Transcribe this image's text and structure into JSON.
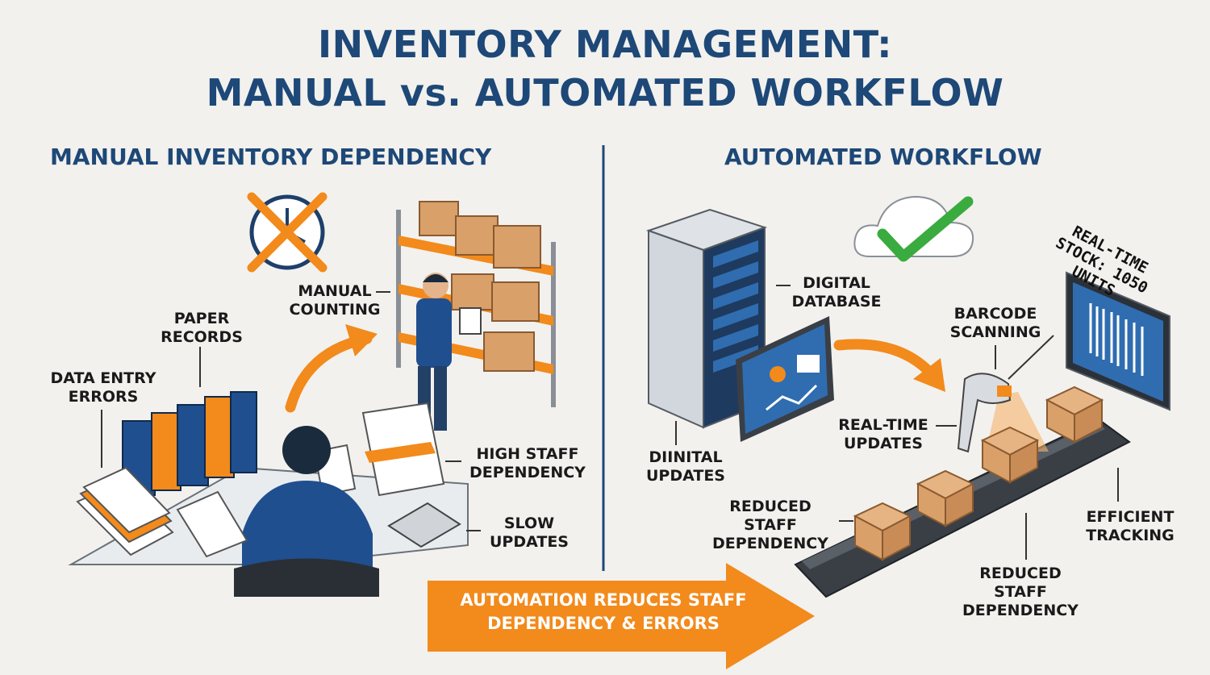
{
  "title": {
    "line1": "INVENTORY MANAGEMENT:",
    "line2": "MANUAL vs. AUTOMATED WORKFLOW"
  },
  "manual": {
    "heading": "MANUAL INVENTORY DEPENDENCY",
    "labels": {
      "manual_counting": [
        "MANUAL",
        "COUNTING"
      ],
      "paper_records": [
        "PAPER",
        "RECORDS"
      ],
      "data_entry_errors": [
        "DATA ENTRY",
        "ERRORS"
      ],
      "high_staff_dependency": [
        "HIGH STAFF",
        "DEPENDENCY"
      ],
      "slow_updates": [
        "SLOW",
        "UPDATES"
      ]
    }
  },
  "automated": {
    "heading": "AUTOMATED WORKFLOW",
    "labels": {
      "digital_database": [
        "DIGITAL",
        "DATABASE"
      ],
      "barcode_scanning": [
        "BARCODE",
        "SCANNING"
      ],
      "real_time_updates": [
        "REAL-TIME",
        "UPDATES"
      ],
      "diinital_updates": [
        "DIINITAL",
        "UPDATES"
      ],
      "reduced_staff_dependency_1": [
        "REDUCED STAFF",
        "DEPENDENCY"
      ],
      "reduced_staff_dependency_2": [
        "REDUCED STAFF",
        "DEPENDENCY"
      ],
      "efficient_tracking": [
        "EFFICIENT",
        "TRACKING"
      ]
    },
    "stock_display": [
      "REAL-TIME",
      "STOCK: 1050",
      "UNITS"
    ]
  },
  "banner": [
    "AUTOMATION REDUCES STAFF",
    "DEPENDENCY & ERRORS"
  ],
  "icons": {
    "clock": "clock-crossed-icon",
    "cloud": "cloud-check-icon",
    "scanner": "barcode-scanner-icon"
  },
  "colors": {
    "navy": "#1d4877",
    "orange": "#f28a1c",
    "green": "#3aab3f",
    "background": "#f2f1ee"
  }
}
